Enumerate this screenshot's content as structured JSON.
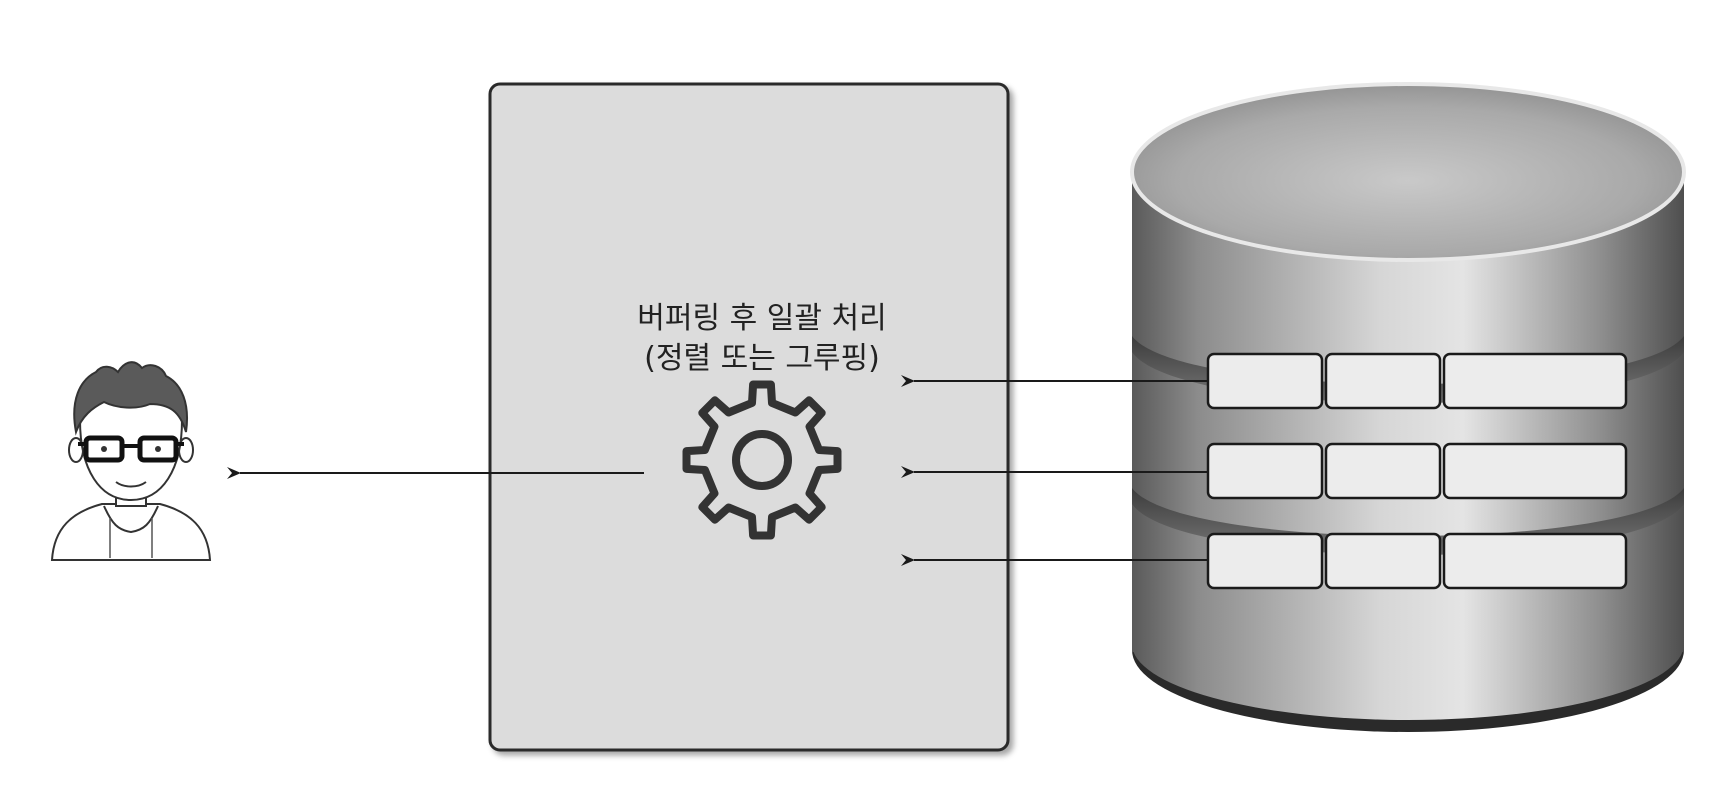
{
  "processor": {
    "label_line1": "버퍼링 후 일괄 처리",
    "label_line2": "(정렬 또는 그루핑)",
    "icon": "gear-icon"
  },
  "user": {
    "icon": "user-avatar-icon"
  },
  "database": {
    "icon": "database-cylinder-icon",
    "rows": 3,
    "cells_per_row": 3
  },
  "colors": {
    "box_fill": "#dcdcdc",
    "box_stroke": "#2b2b2b",
    "arrow": "#1a1a1a",
    "gear": "#333333",
    "db_metal": "#9a9a9a",
    "record_fill": "#ececec"
  }
}
